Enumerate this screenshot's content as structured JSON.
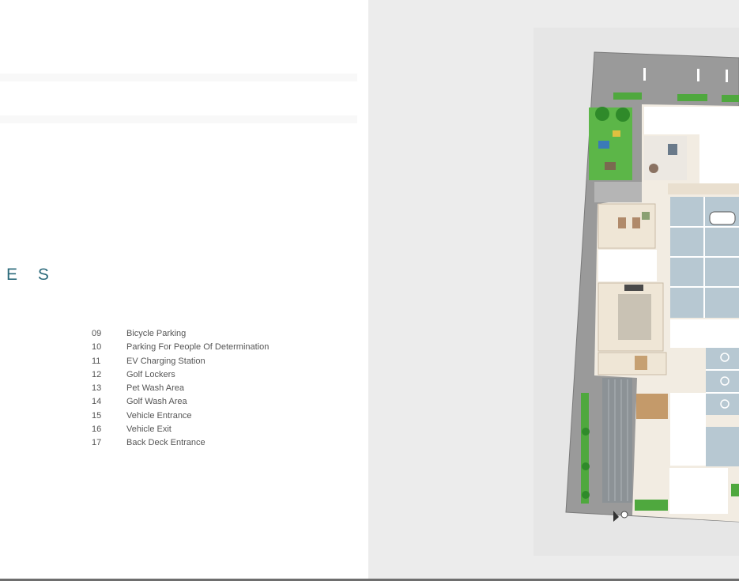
{
  "page": {
    "heading": "E S",
    "legend": [
      {
        "number": "09",
        "label": "Bicycle Parking"
      },
      {
        "number": "10",
        "label": "Parking For People Of Determination"
      },
      {
        "number": "11",
        "label": "EV Charging Station"
      },
      {
        "number": "12",
        "label": "Golf Lockers"
      },
      {
        "number": "13",
        "label": "Pet Wash Area"
      },
      {
        "number": "14",
        "label": "Golf Wash Area"
      },
      {
        "number": "15",
        "label": "Vehicle Entrance"
      },
      {
        "number": "16",
        "label": "Vehicle Exit"
      },
      {
        "number": "17",
        "label": "Back Deck Entrance"
      }
    ]
  },
  "colors": {
    "heading": "#2d6b7c",
    "legend_text": "#555555",
    "plan_paving": "#9a9a9a",
    "plan_green": "#4fa83e",
    "plan_parking": "#b7c8d2",
    "plan_floor": "#f2ece2"
  }
}
